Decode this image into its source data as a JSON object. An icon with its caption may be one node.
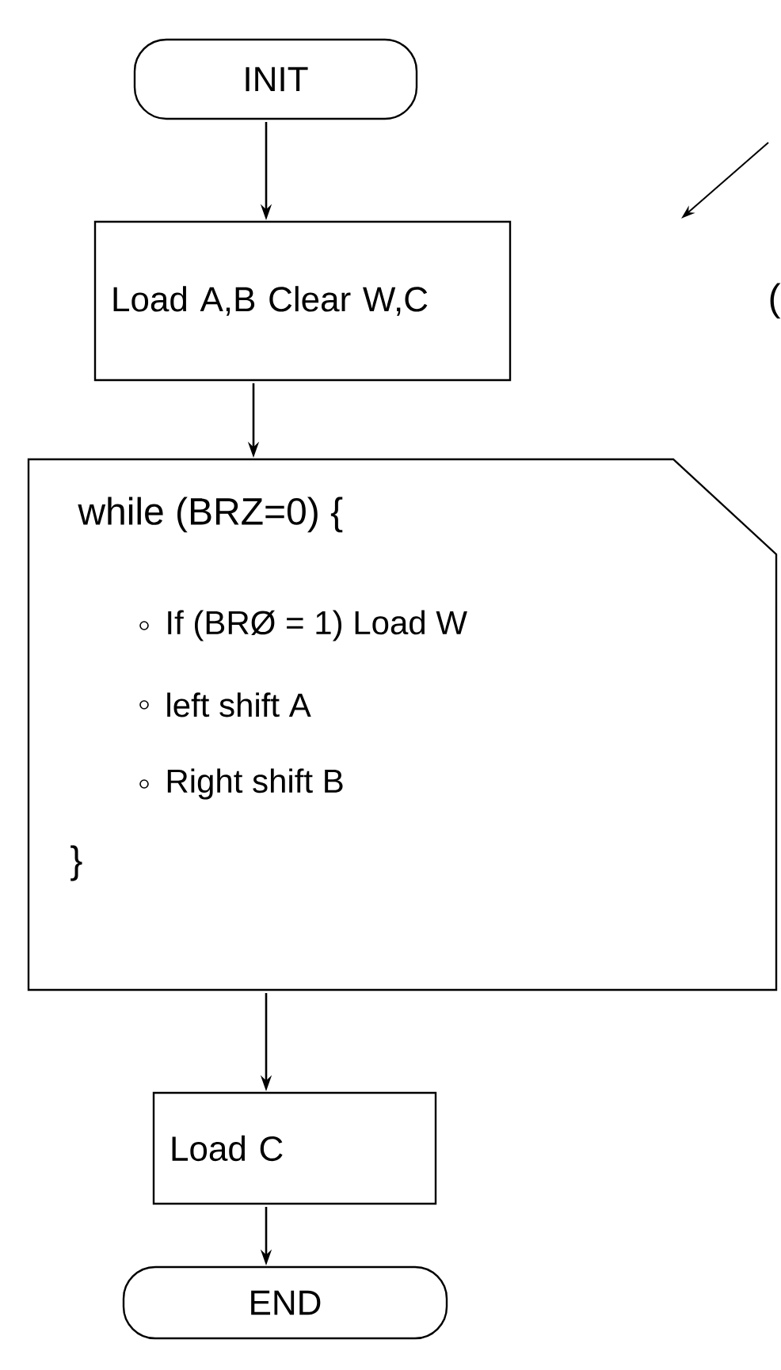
{
  "diagram": {
    "nodes": [
      {
        "text": [
          "INIT"
        ]
      },
      {
        "text": [
          "Load A,B Clear W,C"
        ]
      },
      {
        "text": [
          "while (BRZ=0) {",
          "If (BRØ = 1) Load W",
          "left shift A",
          "Right shift B",
          "}"
        ]
      },
      {
        "text": [
          "Load C"
        ]
      },
      {
        "text": [
          "END"
        ]
      }
    ],
    "edges": [
      {
        "from": 0,
        "to": 1,
        "arrow": "to"
      },
      {
        "from": 1,
        "to": 2,
        "arrow": "to"
      },
      {
        "from": 2,
        "to": 3,
        "arrow": "to"
      },
      {
        "from": 3,
        "to": 4,
        "arrow": "to"
      }
    ],
    "labels": [
      "("
    ]
  }
}
